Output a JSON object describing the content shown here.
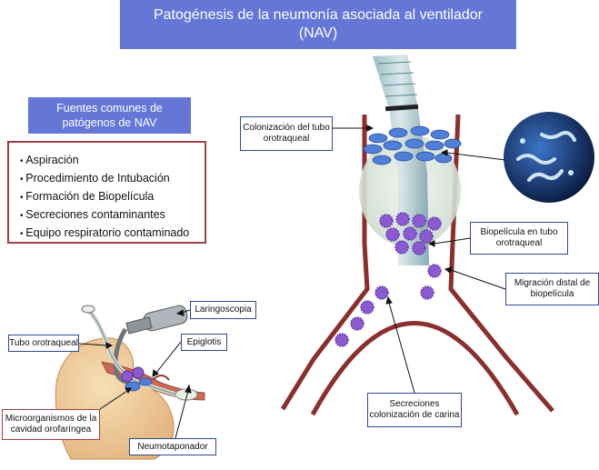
{
  "title": {
    "line1": "Patogénesis de la neumonía asociada al ventilador",
    "line2": "(NAV)"
  },
  "sources": {
    "header_line1": "Fuentes comunes de",
    "header_line2": "patógenos de NAV",
    "items": [
      "Aspiración",
      "Procedimiento de Intubación",
      "Formación de Biopelícula",
      "Secreciones contaminantes",
      "Equipo respiratorio contaminado"
    ]
  },
  "labels": {
    "colonizacion_tubo": [
      "Colonización del tubo",
      "orotraqueal"
    ],
    "biopelicula_tubo": [
      "Biopelícula en tubo",
      "orotraqueal"
    ],
    "migracion": [
      "Migración distal de",
      "biopelícula"
    ],
    "secreciones": [
      "Secreciones",
      "colonización de carina"
    ],
    "laringoscopia": "Laringoscopia",
    "tubo_orotraqueal": "Tubo orotraqueal",
    "epiglotis": "Epiglotis",
    "microorganismos": [
      "Microorganismos de la",
      "cavidad orofaríngea"
    ],
    "neumotaponador": "Neumotaponador"
  },
  "colors": {
    "header_blue": "#6477d6",
    "border_red": "#9c3f47",
    "border_blue": "#2d4a8c",
    "trachea_wall": "#8b2e2e",
    "bacteria_blue": "#4f7fd6",
    "bacteria_purple": "#8a5ad1"
  }
}
